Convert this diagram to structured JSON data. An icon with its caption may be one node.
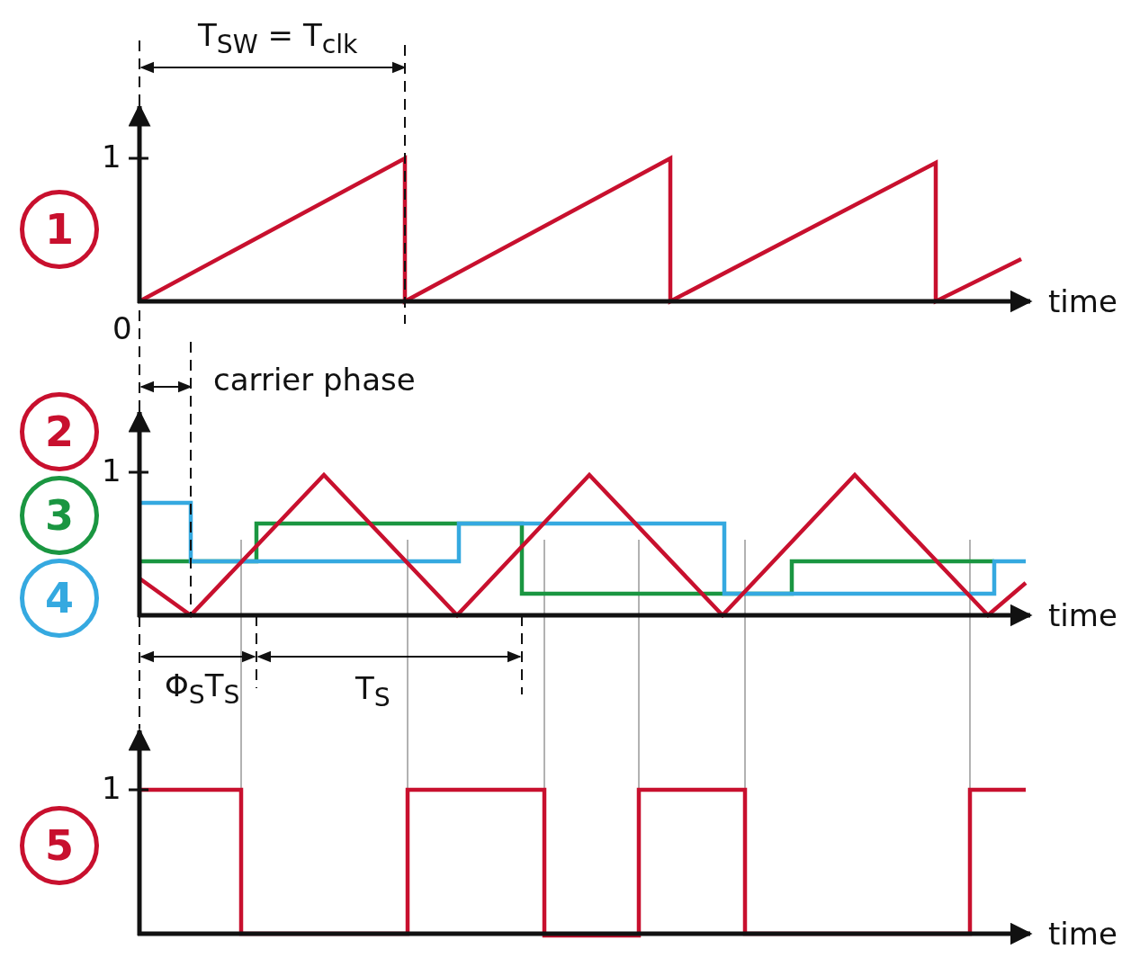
{
  "diagram": {
    "nodes": [
      {
        "text": [
          "1"
        ]
      },
      {
        "text": [
          "2"
        ]
      },
      {
        "text": [
          "3"
        ]
      },
      {
        "text": [
          "4"
        ]
      },
      {
        "text": [
          "5"
        ]
      }
    ],
    "labels": [
      "T$_{SW}$ = T$_{clk}$",
      "1",
      "time",
      "0",
      "carrier phase",
      "1",
      "time",
      "Φ$_{S}$T$_{S}$",
      "T$_{S}$",
      "1",
      "time"
    ]
  }
}
